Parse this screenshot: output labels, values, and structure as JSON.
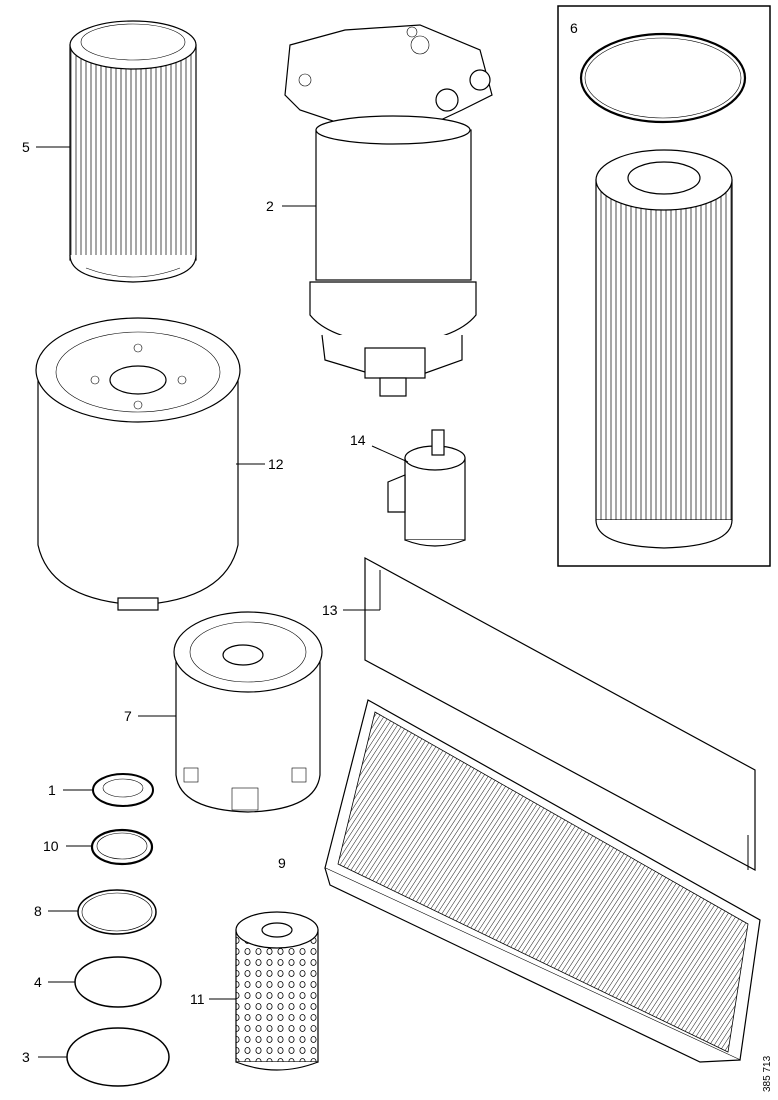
{
  "callouts": {
    "c1": "1",
    "c2": "2",
    "c3": "3",
    "c4": "4",
    "c5": "5",
    "c6": "6",
    "c7": "7",
    "c8": "8",
    "c9": "9",
    "c10": "10",
    "c11": "11",
    "c12": "12",
    "c13": "13",
    "c14": "14"
  },
  "reference_code": "385 713"
}
